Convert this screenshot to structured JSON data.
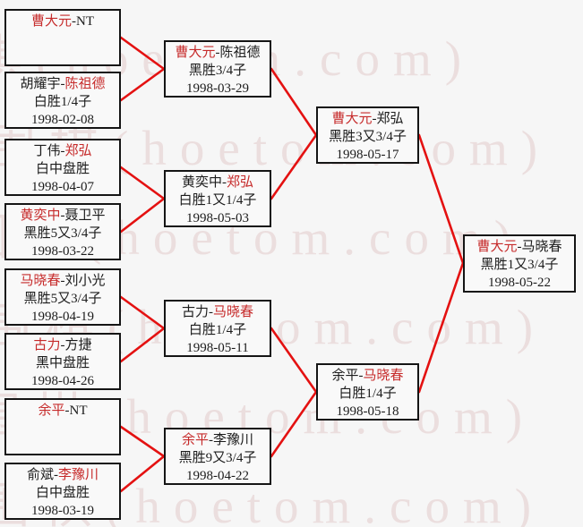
{
  "watermark": {
    "text": "弘通围棋(hoetom.com)",
    "color": "#e8d2d2"
  },
  "colors": {
    "winner_name_red": "#c62b2b",
    "connector_red": "#e41111",
    "box_border": "#151515",
    "background": "#f6f6f6"
  },
  "matches": [
    {
      "round": 1,
      "pre": "",
      "winner": "曹大元",
      "post": "-NT",
      "result": "",
      "date": ""
    },
    {
      "round": 1,
      "pre": "胡耀宇-",
      "winner": "陈祖德",
      "post": "",
      "result": "白胜1/4子",
      "date": "1998-02-08"
    },
    {
      "round": 1,
      "pre": "丁伟-",
      "winner": "郑弘",
      "post": "",
      "result": "白中盘胜",
      "date": "1998-04-07"
    },
    {
      "round": 1,
      "pre": "",
      "winner": "黄奕中",
      "post": "-聂卫平",
      "result": "黑胜5又3/4子",
      "date": "1998-03-22"
    },
    {
      "round": 1,
      "pre": "",
      "winner": "马晓春",
      "post": "-刘小光",
      "result": "黑胜5又3/4子",
      "date": "1998-04-19"
    },
    {
      "round": 1,
      "pre": "",
      "winner": "古力",
      "post": "-方捷",
      "result": "黑中盘胜",
      "date": "1998-04-26"
    },
    {
      "round": 1,
      "pre": "",
      "winner": "余平",
      "post": "-NT",
      "result": "",
      "date": ""
    },
    {
      "round": 1,
      "pre": "俞斌-",
      "winner": "李豫川",
      "post": "",
      "result": "白中盘胜",
      "date": "1998-03-19"
    },
    {
      "round": 2,
      "pre": "",
      "winner": "曹大元",
      "post": "-陈祖德",
      "result": "黑胜3/4子",
      "date": "1998-03-29"
    },
    {
      "round": 2,
      "pre": "黄奕中-",
      "winner": "郑弘",
      "post": "",
      "result": "白胜1又1/4子",
      "date": "1998-05-03"
    },
    {
      "round": 2,
      "pre": "古力-",
      "winner": "马晓春",
      "post": "",
      "result": "白胜1/4子",
      "date": "1998-05-11"
    },
    {
      "round": 2,
      "pre": "",
      "winner": "余平",
      "post": "-李豫川",
      "result": "黑胜9又3/4子",
      "date": "1998-04-22"
    },
    {
      "round": 3,
      "pre": "",
      "winner": "曹大元",
      "post": "-郑弘",
      "result": "黑胜3又3/4子",
      "date": "1998-05-17"
    },
    {
      "round": 3,
      "pre": "余平-",
      "winner": "马晓春",
      "post": "",
      "result": "白胜1/4子",
      "date": "1998-05-18"
    },
    {
      "round": 4,
      "pre": "",
      "winner": "曹大元",
      "post": "-马晓春",
      "result": "黑胜1又3/4子",
      "date": "1998-05-22"
    }
  ]
}
